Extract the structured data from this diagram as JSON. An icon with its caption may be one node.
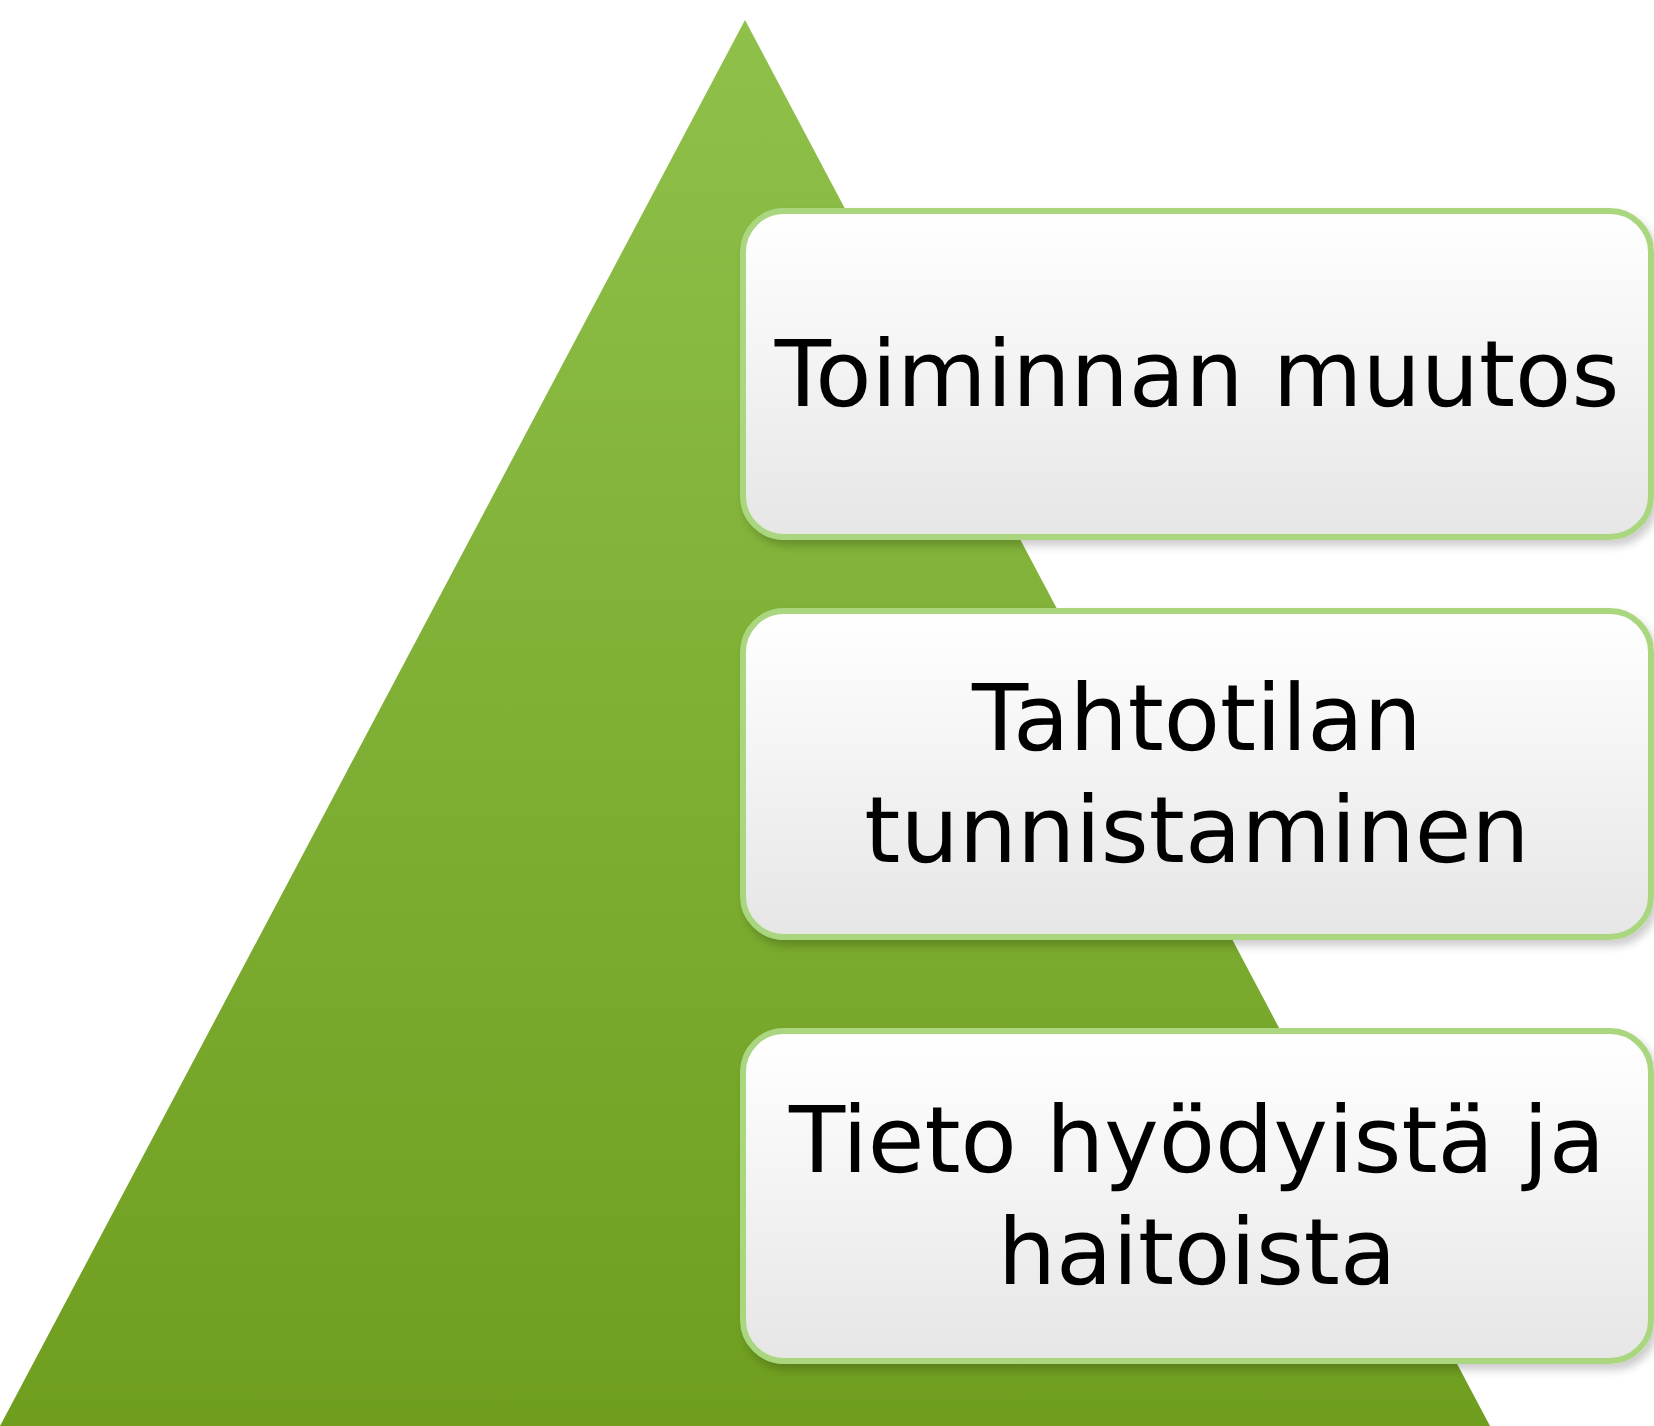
{
  "diagram": {
    "nodes": [
      {
        "text": [],
        "shape": "triangle"
      },
      {
        "text": [
          "Toiminnan muutos"
        ]
      },
      {
        "text": [
          "Tahtotilan tunnistaminen"
        ]
      },
      {
        "text": [
          "Tieto hyödyistä ja haitoista"
        ]
      }
    ]
  }
}
